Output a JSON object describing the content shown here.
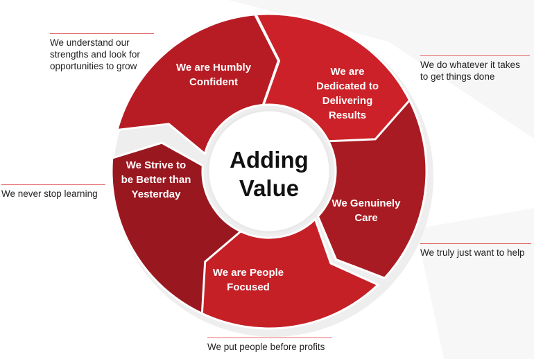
{
  "center": {
    "line1": "Adding",
    "line2": "Value"
  },
  "segments": [
    {
      "id": "humbly-confident",
      "lines": [
        "We are Humbly",
        "Confident"
      ],
      "color": "#b71c24",
      "note": "We understand our\nstrengths and look for\nopportunities to grow"
    },
    {
      "id": "dedicated",
      "lines": [
        "We are",
        "Dedicated to",
        "Delivering",
        "Results"
      ],
      "color": "#cc2128",
      "note": "We do whatever it takes\nto get things done"
    },
    {
      "id": "genuinely-care",
      "lines": [
        "We Genuinely",
        "Care"
      ],
      "color": "#a81b22",
      "note": "We truly just want to help"
    },
    {
      "id": "people-focused",
      "lines": [
        "We are People",
        "Focused"
      ],
      "color": "#c62027",
      "note": "We put people before profits"
    },
    {
      "id": "strive",
      "lines": [
        "We Strive to",
        "be Better than",
        "Yesterday"
      ],
      "color": "#991820",
      "note": "We never stop learning"
    }
  ],
  "colors": {
    "accent_line": "#e26a6a",
    "shadow": "#eeeeee"
  }
}
